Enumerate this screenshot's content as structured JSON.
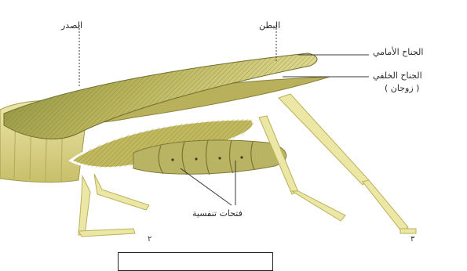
{
  "labels": {
    "thorax": "الصدر",
    "abdomen": "البطن",
    "forewing": "الجناح الأمامي",
    "hindwing": "الجناح الخلفي",
    "pair": "( زوجان )",
    "spiracles": "فتحات تنفسية"
  },
  "leg_numbers": {
    "middle": "٢",
    "hind": "٣"
  },
  "colors": {
    "forewing": "#c9c06a",
    "forewing_dark": "#7f8a3a",
    "hindwing": "#b5ad52",
    "body": "#d8d07a",
    "legs": "#e8e29a",
    "leader": "#4a4a4a"
  }
}
